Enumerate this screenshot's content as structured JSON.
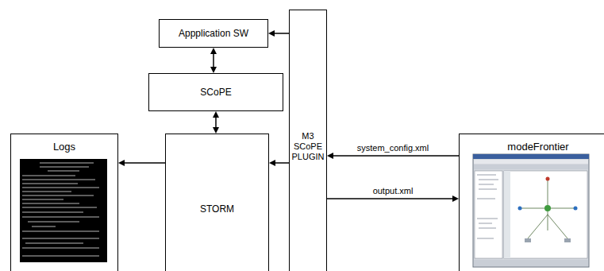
{
  "diagram": {
    "nodes": [
      {
        "text": [
          "Appplication SW"
        ]
      },
      {
        "text": [
          "SCoPE"
        ]
      },
      {
        "text": [
          "M3 SCoPE PLUGIN"
        ]
      },
      {
        "text": [
          "Logs"
        ]
      },
      {
        "text": [
          "STORM"
        ]
      },
      {
        "text": [
          "modeFrontier"
        ]
      }
    ],
    "edges": [
      {
        "from": 2,
        "to": 0,
        "arrow": "to"
      },
      {
        "from": 0,
        "to": 1,
        "arrow": "both"
      },
      {
        "from": 1,
        "to": 4,
        "arrow": "both"
      },
      {
        "from": 4,
        "to": 3,
        "arrow": "to"
      },
      {
        "from": 2,
        "to": 4,
        "arrow": "to"
      },
      {
        "from": 5,
        "to": 2,
        "label": "system_config.xml",
        "arrow": "to"
      },
      {
        "from": 2,
        "to": 5,
        "label": "output.xml",
        "arrow": "to"
      }
    ]
  }
}
